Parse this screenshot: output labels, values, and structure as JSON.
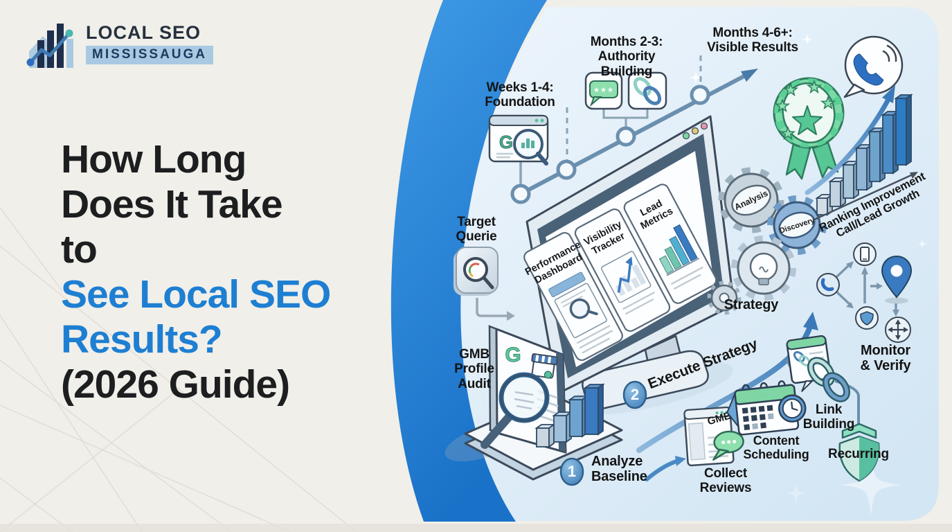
{
  "brand": {
    "name": "LOCAL SEO",
    "city": "MISSISSAUGA"
  },
  "title": {
    "line1": "How Long",
    "line2": "Does It Take",
    "line3": "to",
    "line4": "See Local SEO",
    "line5": "Results?",
    "line6": "(2026 Guide)"
  },
  "timeline": {
    "stage1_line1": "Weeks 1-4:",
    "stage1_line2": "Foundation",
    "stage2_line1": "Months 2-3:",
    "stage2_line2": "Authority Building",
    "stage3_line1": "Months 4-6+:",
    "stage3_line2": "Visible Results"
  },
  "monitor": {
    "panel1_line1": "Performance",
    "panel1_line2": "Dashboard",
    "panel2_line1": "Visibility",
    "panel2_line2": "Tracker",
    "panel3_line1": "Lead",
    "panel3_line2": "Metrics"
  },
  "gears": {
    "gear1": "Analysis",
    "gear2": "Discovery",
    "label": "Strategy"
  },
  "chart": {
    "caption_line1": "Ranking Improvement",
    "caption_line2": "Call/Lead Growth"
  },
  "steps": {
    "step1_number": "1",
    "step1_line1": "Analyze",
    "step1_line2": "Baseline",
    "step2_number": "2",
    "step2_label": "Execute Strategy"
  },
  "tasks": {
    "target_line1": "Target",
    "target_line2": "Querie",
    "gmb_line1": "GMB",
    "gmb_line2": "Profile",
    "gmb_line3": "Audit",
    "collect_line1": "Collect",
    "collect_line2": "Reviews",
    "content_line1": "Content",
    "content_line2": "Scheduling",
    "link_line1": "Link",
    "link_line2": "Building",
    "recurring": "Recurring",
    "monitor_line1": "Monitor",
    "monitor_line2": "& Verify"
  },
  "icons": {
    "google_g": "G",
    "gmb_window": "GMB",
    "review_stars": "★★★"
  },
  "colors": {
    "swoosh": "#2b86dc",
    "headline_accent": "#1e7fd2",
    "panel_bg": "#e3eff9",
    "badge_green": "#7cd9a6",
    "bar_blue": "#2e7cc4"
  }
}
